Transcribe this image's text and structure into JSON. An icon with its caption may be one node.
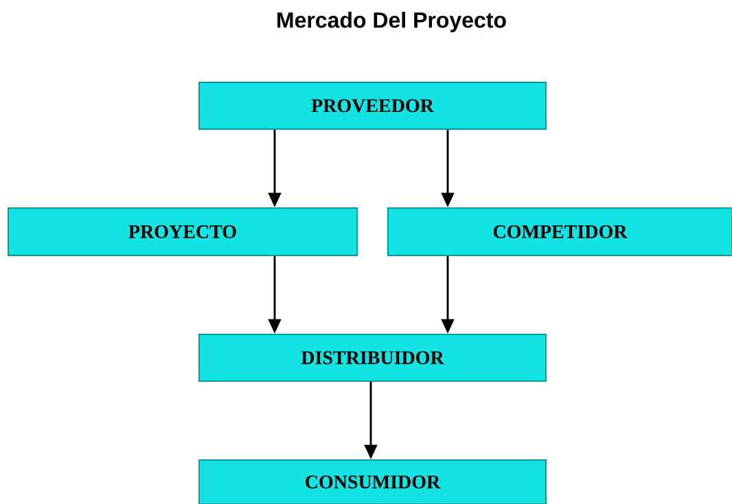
{
  "diagram": {
    "title": "Mercado Del Proyecto",
    "nodes": [
      {
        "text": [
          "PROVEEDOR"
        ]
      },
      {
        "text": [
          "PROYECTO"
        ]
      },
      {
        "text": [
          "COMPETIDOR"
        ]
      },
      {
        "text": [
          "DISTRIBUIDOR"
        ]
      },
      {
        "text": [
          "CONSUMIDOR"
        ]
      }
    ],
    "edges": [
      {
        "from": 0,
        "to": 1,
        "arrow": "to"
      },
      {
        "from": 0,
        "to": 2,
        "arrow": "to"
      },
      {
        "from": 1,
        "to": 3,
        "arrow": "to"
      },
      {
        "from": 2,
        "to": 3,
        "arrow": "to"
      },
      {
        "from": 3,
        "to": 4,
        "arrow": "to"
      }
    ]
  }
}
